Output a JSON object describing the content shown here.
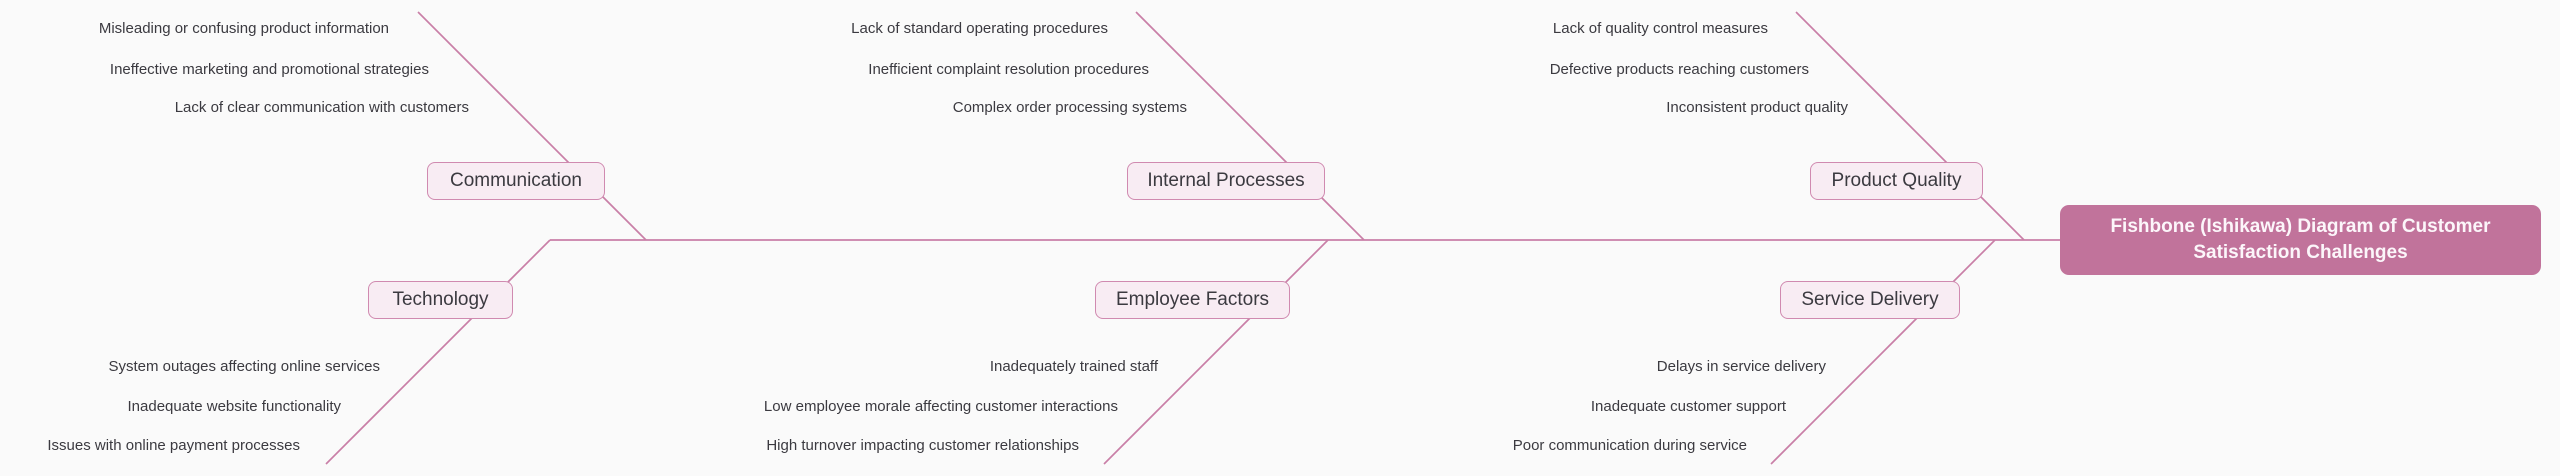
{
  "diagram": {
    "title": "Fishbone (Ishikawa) Diagram of Customer Satisfaction Challenges",
    "type_label": "fishbone"
  },
  "colors": {
    "background": "#fafafa",
    "line": "#c97fa7",
    "category_fill": "#f8ecf3",
    "category_border": "#d08ab0",
    "cause_text": "#3b3a40",
    "title_fill": "#c1739b",
    "title_text": "#fcf6fa"
  },
  "branches": {
    "top": [
      {
        "label": "Communication",
        "causes": [
          "Misleading or confusing product information",
          "Ineffective marketing and promotional strategies",
          "Lack of clear communication with customers"
        ]
      },
      {
        "label": "Internal Processes",
        "causes": [
          "Lack of standard operating procedures",
          "Inefficient complaint resolution procedures",
          "Complex order processing systems"
        ]
      },
      {
        "label": "Product Quality",
        "causes": [
          "Lack of quality control measures",
          "Defective products reaching customers",
          "Inconsistent product quality"
        ]
      }
    ],
    "bottom": [
      {
        "label": "Technology",
        "causes": [
          "System outages affecting online services",
          "Inadequate website functionality",
          "Issues with online payment processes"
        ]
      },
      {
        "label": "Employee Factors",
        "causes": [
          "Inadequately trained staff",
          "Low employee morale affecting customer interactions",
          "High turnover impacting customer relationships"
        ]
      },
      {
        "label": "Service Delivery",
        "causes": [
          "Delays in service delivery",
          "Inadequate customer support",
          "Poor communication during service"
        ]
      }
    ]
  }
}
